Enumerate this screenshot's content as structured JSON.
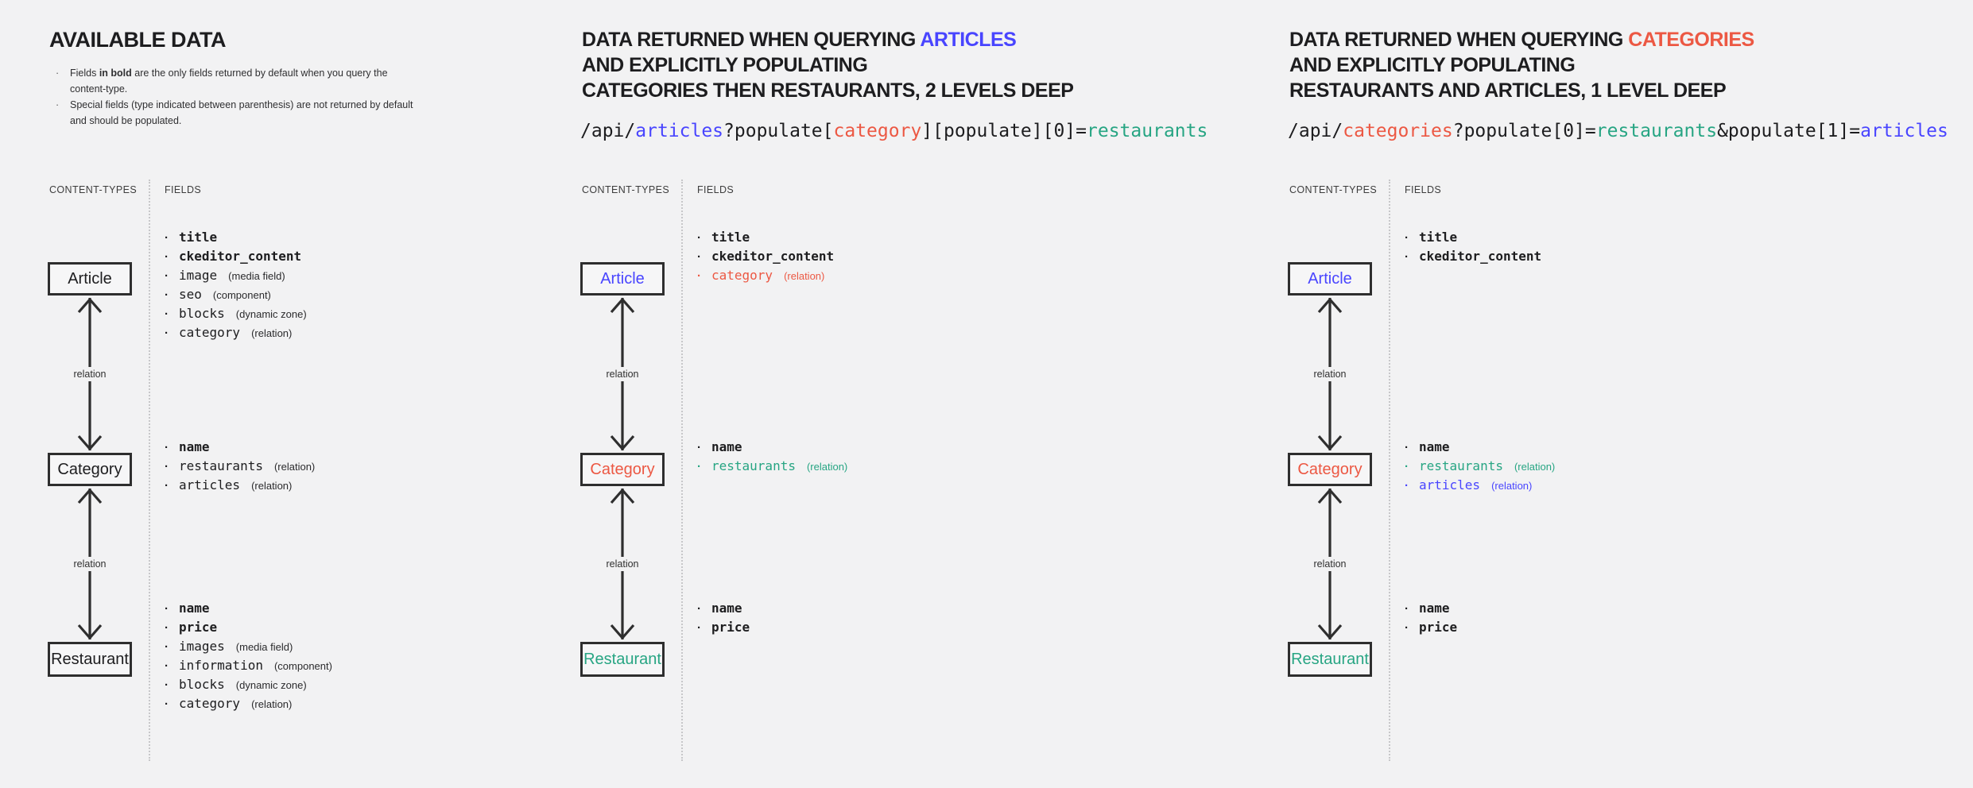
{
  "colors": {
    "blue": "#4945ff",
    "red": "#ec5843",
    "green": "#27a583"
  },
  "labels": {
    "content_types": "CONTENT-TYPES",
    "fields": "FIELDS",
    "relation": "relation"
  },
  "panels": [
    {
      "id": "available-data",
      "heading_lines": [
        [
          {
            "t": "AVAILABLE DATA"
          }
        ]
      ],
      "notes": [
        [
          {
            "t": "Fields "
          },
          {
            "t": "in bold",
            "b": true
          },
          {
            "t": " are the only fields returned by default when you query the content-type."
          }
        ],
        [
          {
            "t": "Special fields (type indicated between parenthesis) are not returned by default and should be populated."
          }
        ]
      ],
      "content_types": [
        {
          "label": "Article",
          "fields": [
            {
              "name": "title",
              "bold": true
            },
            {
              "name": "ckeditor_content",
              "bold": true
            },
            {
              "name": "image",
              "type": "(media field)"
            },
            {
              "name": "seo",
              "type": "(component)"
            },
            {
              "name": "blocks",
              "type": "(dynamic zone)"
            },
            {
              "name": "category",
              "type": "(relation)"
            }
          ]
        },
        {
          "label": "Category",
          "fields": [
            {
              "name": "name",
              "bold": true
            },
            {
              "name": "restaurants",
              "type": "(relation)"
            },
            {
              "name": "articles",
              "type": "(relation)"
            }
          ]
        },
        {
          "label": "Restaurant",
          "fields": [
            {
              "name": "name",
              "bold": true
            },
            {
              "name": "price",
              "bold": true
            },
            {
              "name": "images",
              "type": "(media field)"
            },
            {
              "name": "information",
              "type": "(component)"
            },
            {
              "name": "blocks",
              "type": "(dynamic zone)"
            },
            {
              "name": "category",
              "type": "(relation)"
            }
          ]
        }
      ]
    },
    {
      "id": "query-articles",
      "heading_lines": [
        [
          {
            "t": "DATA RETURNED WHEN QUERYING "
          },
          {
            "t": "ARTICLES",
            "c": "blue"
          }
        ],
        [
          {
            "t": "AND EXPLICITLY POPULATING"
          }
        ],
        [
          {
            "t": "CATEGORIES THEN RESTAURANTS, 2 LEVELS DEEP"
          }
        ]
      ],
      "api_segments": [
        {
          "t": "/api/"
        },
        {
          "t": "articles",
          "c": "blue"
        },
        {
          "t": "?populate["
        },
        {
          "t": "category",
          "c": "red"
        },
        {
          "t": "][populate][0]="
        },
        {
          "t": "restaurants",
          "c": "green"
        }
      ],
      "content_types": [
        {
          "label": "Article",
          "color": "blue",
          "fields": [
            {
              "name": "title",
              "bold": true
            },
            {
              "name": "ckeditor_content",
              "bold": true
            },
            {
              "name": "category",
              "type": "(relation)",
              "c": "red"
            }
          ]
        },
        {
          "label": "Category",
          "color": "red",
          "fields": [
            {
              "name": "name",
              "bold": true
            },
            {
              "name": "restaurants",
              "type": "(relation)",
              "c": "green"
            }
          ]
        },
        {
          "label": "Restaurant",
          "color": "green",
          "fields": [
            {
              "name": "name",
              "bold": true
            },
            {
              "name": "price",
              "bold": true
            }
          ]
        }
      ]
    },
    {
      "id": "query-categories",
      "heading_lines": [
        [
          {
            "t": "DATA RETURNED WHEN QUERYING "
          },
          {
            "t": "CATEGORIES",
            "c": "red"
          }
        ],
        [
          {
            "t": "AND EXPLICITLY POPULATING"
          }
        ],
        [
          {
            "t": "RESTAURANTS AND ARTICLES, 1 LEVEL DEEP"
          }
        ]
      ],
      "api_segments": [
        {
          "t": "/api/"
        },
        {
          "t": "categories",
          "c": "red"
        },
        {
          "t": "?populate[0]="
        },
        {
          "t": "restaurants",
          "c": "green"
        },
        {
          "t": "&populate[1]="
        },
        {
          "t": "articles",
          "c": "blue"
        }
      ],
      "content_types": [
        {
          "label": "Article",
          "color": "blue",
          "fields": [
            {
              "name": "title",
              "bold": true
            },
            {
              "name": "ckeditor_content",
              "bold": true
            }
          ]
        },
        {
          "label": "Category",
          "color": "red",
          "fields": [
            {
              "name": "name",
              "bold": true
            },
            {
              "name": "restaurants",
              "type": "(relation)",
              "c": "green"
            },
            {
              "name": "articles",
              "type": "(relation)",
              "c": "blue"
            }
          ]
        },
        {
          "label": "Restaurant",
          "color": "green",
          "fields": [
            {
              "name": "name",
              "bold": true
            },
            {
              "name": "price",
              "bold": true
            }
          ]
        }
      ]
    }
  ]
}
